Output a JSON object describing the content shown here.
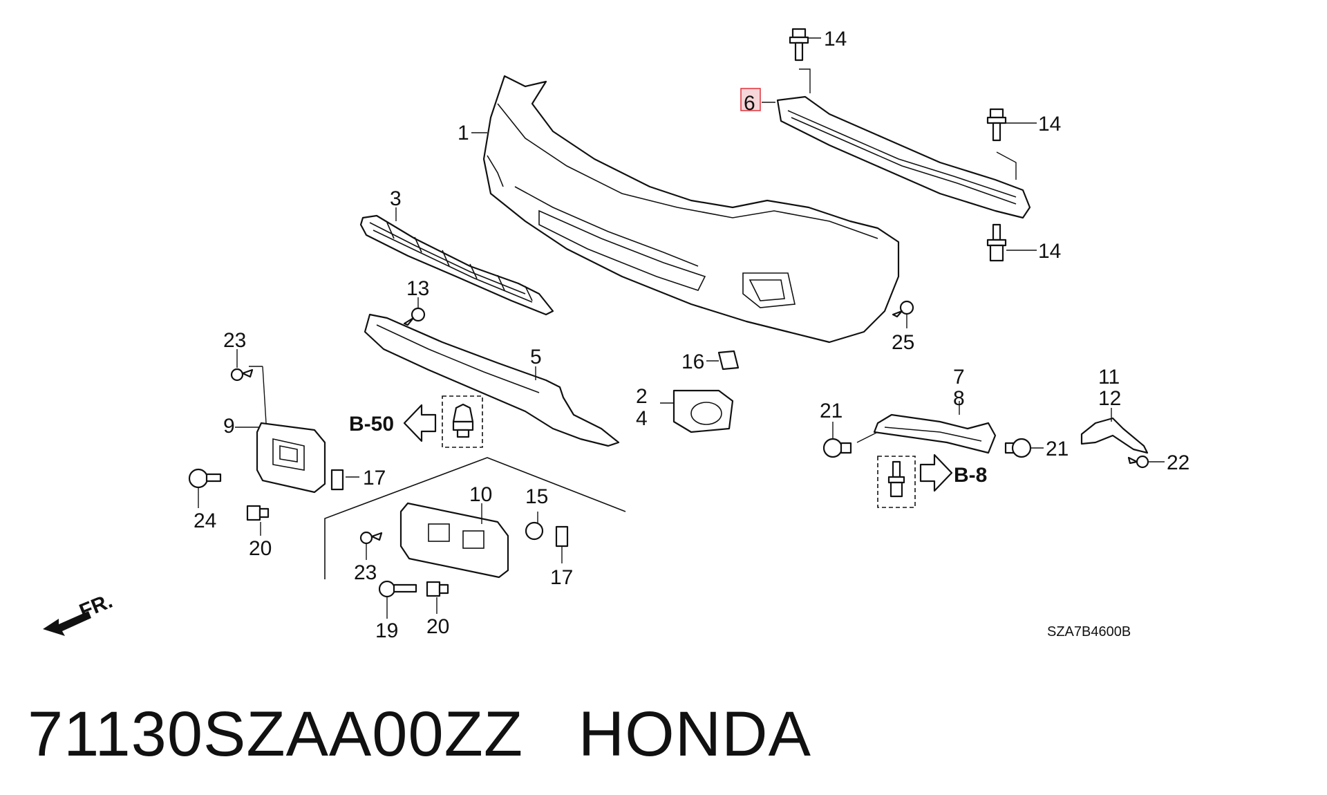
{
  "footer": {
    "part_number": "71130SZAA00ZZ",
    "brand": "HONDA"
  },
  "diagram_code": "SZA7B4600B",
  "front_indicator": "FR.",
  "references": {
    "left": "B-50",
    "right": "B-8"
  },
  "callouts": {
    "c1": "1",
    "c2": "2",
    "c3": "3",
    "c4": "4",
    "c5": "5",
    "c6": "6",
    "c7": "7",
    "c8": "8",
    "c9": "9",
    "c10": "10",
    "c11": "11",
    "c12": "12",
    "c13": "13",
    "c14a": "14",
    "c14b": "14",
    "c14c": "14",
    "c15": "15",
    "c16": "16",
    "c17a": "17",
    "c17b": "17",
    "c19": "19",
    "c20a": "20",
    "c20b": "20",
    "c21a": "21",
    "c21b": "21",
    "c22": "22",
    "c23a": "23",
    "c23b": "23",
    "c24": "24",
    "c25": "25"
  },
  "highlighted_callout": "6",
  "colors": {
    "line": "#111111",
    "highlight_fill": "#f6d6d8",
    "highlight_stroke": "#e0303a"
  }
}
